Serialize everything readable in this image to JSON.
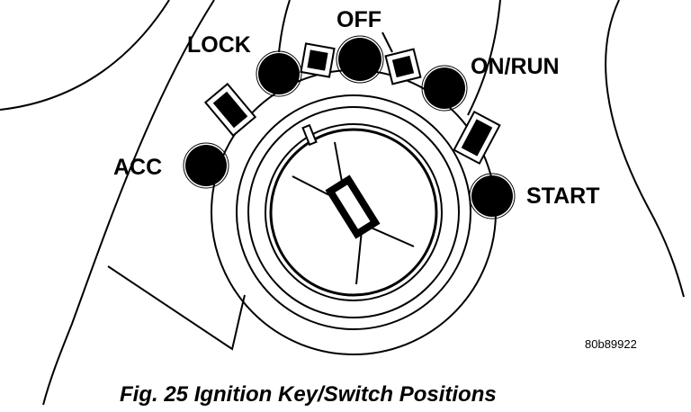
{
  "positions": {
    "lock": "LOCK",
    "off": "OFF",
    "on_run": "ON/RUN",
    "acc": "ACC",
    "start": "START"
  },
  "reference_code": "80b89922",
  "caption": "Fig. 25 Ignition Key/Switch Positions"
}
